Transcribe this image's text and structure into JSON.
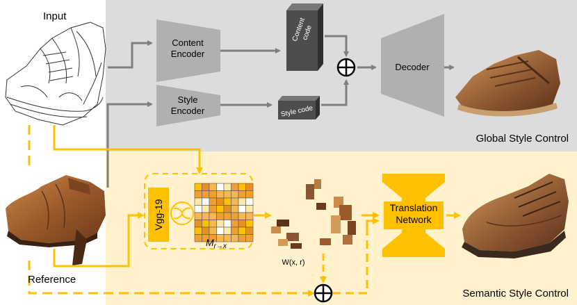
{
  "labels": {
    "input": "Input",
    "reference": "Reference",
    "content_encoder_line1": "Content",
    "content_encoder_line2": "Encoder",
    "style_encoder_line1": "Style",
    "style_encoder_line2": "Encoder",
    "content_code_line1": "Content",
    "content_code_line2": "code",
    "style_code": "Style code",
    "decoder": "Decoder",
    "global_style_control": "Global Style Control",
    "semantic_style_control": "Semantic Style Control",
    "vgg": "Vgg-19",
    "matrix_symbol": "M",
    "matrix_subscript": "r→x",
    "warp_label": "W(x, r)",
    "translation_line1": "Translation",
    "translation_line2": "Network"
  },
  "colors": {
    "global_bg": "#dcdcdc",
    "semantic_bg": "#fff2cc",
    "gray_arrow": "#7f7f7f",
    "gold": "#ffc000",
    "encoder_fill": "#b0b0b0",
    "code_fill": "#4d4d4d"
  },
  "icons": [
    "sketch-shoe-icon",
    "reference-shoe-icon",
    "output-shoe-icon",
    "plus-circle-icon",
    "attention-circle-icon"
  ]
}
